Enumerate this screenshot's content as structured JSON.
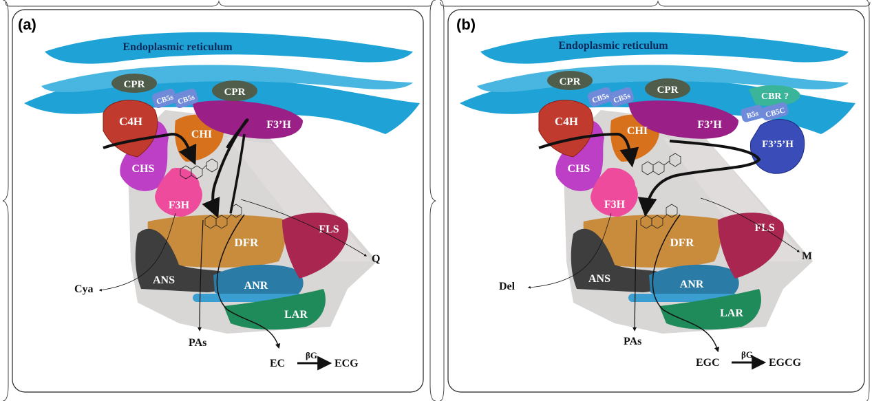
{
  "panels": [
    {
      "letter": "(a)",
      "er_label": "Endoplasmic reticulum",
      "enzymes": {
        "cpr1": "CPR",
        "cpr2": "CPR",
        "cb5s_1": "CB5s",
        "cb5s_2": "CB5s",
        "c4h": "C4H",
        "chi": "CHI",
        "f3ph": "F3’H",
        "chs": "CHS",
        "f3h": "F3H",
        "dfr": "DFR",
        "fls": "FLS",
        "ans": "ANS",
        "anr": "ANR",
        "lar": "LAR"
      },
      "products": {
        "cya": "Cya",
        "q": "Q",
        "pas": "PAs",
        "ec": "EC",
        "bg": "βG",
        "ecg": "ECG"
      }
    },
    {
      "letter": "(b)",
      "er_label": "Endoplasmic reticulum",
      "enzymes": {
        "cpr1": "CPR",
        "cpr2": "CPR",
        "cb5s_1": "CB5s",
        "cb5s_2": "CB5s",
        "cbr": "CBR ?",
        "b5s": "B5s",
        "cb5c": "CB5C",
        "f35h": "F3’5’H",
        "c4h": "C4H",
        "chi": "CHI",
        "f3ph": "F3’H",
        "chs": "CHS",
        "f3h": "F3H",
        "dfr": "DFR",
        "fls": "FLS",
        "ans": "ANS",
        "anr": "ANR",
        "lar": "LAR"
      },
      "products": {
        "del": "Del",
        "m": "M",
        "pas": "PAs",
        "egc": "EGC",
        "bg": "βG",
        "egcg": "EGCG"
      }
    }
  ],
  "colors": {
    "er": "#1fa3d6",
    "cpr": "#4f5d4a",
    "cb5": "#6f8ad8",
    "c4h": "#c03a2e",
    "chi": "#d8711c",
    "f3ph": "#9a1f86",
    "chs": "#bd3fc6",
    "f3h": "#ee4b9d",
    "dfr": "#c98c3c",
    "fls": "#a82650",
    "ans": "#3e3e3e",
    "anr": "#2a7ca6",
    "lar": "#1f8a5a",
    "cbr": "#3bb59a",
    "f35h": "#3a4cb8",
    "complex": "#cfcccc"
  }
}
